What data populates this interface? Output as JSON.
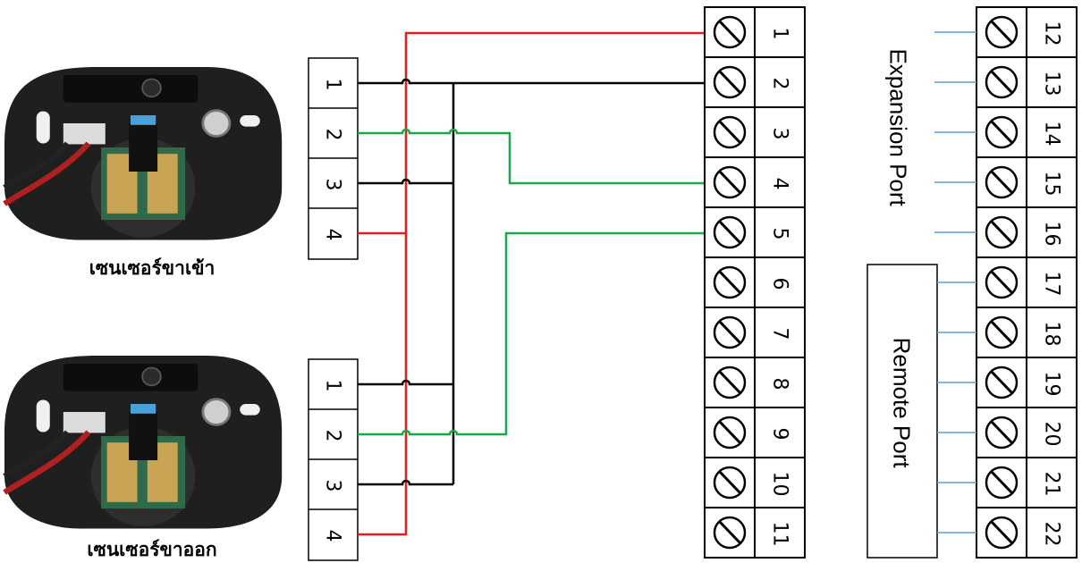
{
  "sensors": [
    {
      "caption": "เซนเซอร์ขาเข้า",
      "pins": [
        "1",
        "2",
        "3",
        "4"
      ]
    },
    {
      "caption": "เซนเซอร์ขาออก",
      "pins": [
        "1",
        "2",
        "3",
        "4"
      ]
    }
  ],
  "terminal_left": {
    "numbers": [
      "1",
      "2",
      "3",
      "4",
      "5",
      "6",
      "7",
      "8",
      "9",
      "10",
      "11"
    ]
  },
  "terminal_right": {
    "numbers": [
      "12",
      "13",
      "14",
      "15",
      "16",
      "17",
      "18",
      "19",
      "20",
      "21",
      "22"
    ]
  },
  "ports": {
    "expansion": "Expansion Port",
    "remote": "Remote Port"
  },
  "colors": {
    "power": "#e02020",
    "ground": "#000000",
    "signal": "#1aa84a",
    "port_line": "#5b9bd5"
  },
  "connections": [
    {
      "from": "sensor-in pin 4",
      "to": "terminal 1",
      "color": "power"
    },
    {
      "from": "sensor-out pin 4",
      "to": "terminal 1",
      "color": "power"
    },
    {
      "from": "sensor-in pin 1",
      "to": "terminal 2",
      "color": "ground"
    },
    {
      "from": "sensor-in pin 3",
      "to": "terminal 2",
      "color": "ground"
    },
    {
      "from": "sensor-out pin 1",
      "to": "terminal 2",
      "color": "ground"
    },
    {
      "from": "sensor-out pin 3",
      "to": "terminal 2",
      "color": "ground"
    },
    {
      "from": "sensor-in pin 2",
      "to": "terminal 4",
      "color": "signal"
    },
    {
      "from": "sensor-out pin 2",
      "to": "terminal 5",
      "color": "signal"
    }
  ],
  "icons": {
    "sensor_device": "motion-sensor-icon",
    "screw_terminal": "screw-terminal-icon"
  }
}
